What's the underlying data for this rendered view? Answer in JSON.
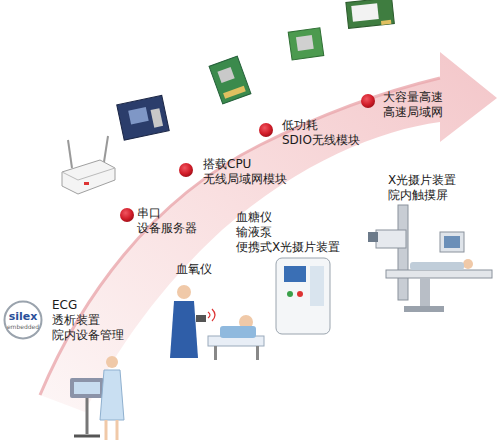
{
  "diagram": {
    "nodes": [
      {
        "text": [
          "silex",
          "embedded"
        ]
      }
    ],
    "labels": [
      "串口 设备服务器",
      "搭载CPU 无线局域网模块",
      "低功耗 SDIO无线模块",
      "大容量高速 高速局域网",
      "X光摄片装置 院内触摸屏",
      "血糖仪 输液泵 便携式X光摄片装置",
      "血氧仪",
      "ECG 透析装置 院内设备管理"
    ]
  }
}
